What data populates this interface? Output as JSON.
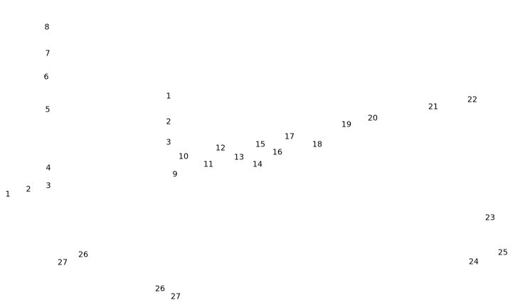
{
  "puzzle": {
    "group_a": [
      "1",
      "2",
      "3",
      "4",
      "5",
      "6",
      "7",
      "8",
      "26",
      "27"
    ],
    "group_b": [
      "1",
      "2",
      "3",
      "9",
      "10",
      "11",
      "12",
      "13",
      "14",
      "15",
      "16",
      "17",
      "18",
      "19",
      "20",
      "21",
      "22",
      "23",
      "24",
      "25",
      "26",
      "27"
    ]
  }
}
